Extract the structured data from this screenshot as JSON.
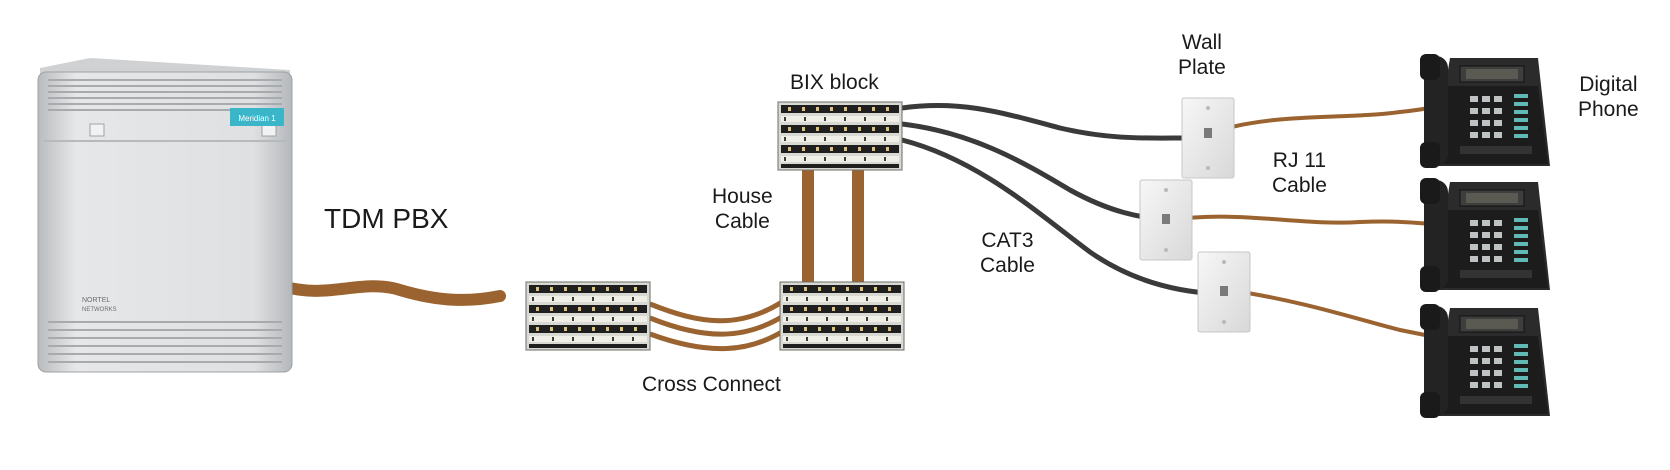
{
  "labels": {
    "pbx": "TDM PBX",
    "bix_block": "BIX block",
    "house_cable": [
      "House",
      "Cable"
    ],
    "cross_connect": "Cross Connect",
    "cat3_cable": [
      "CAT3",
      "Cable"
    ],
    "wall_plate": [
      "Wall",
      "Plate"
    ],
    "rj11_cable": [
      "RJ 11",
      "Cable"
    ],
    "digital_phone": [
      "Digital",
      "Phone"
    ]
  },
  "pbx_badges": {
    "brand_badge": "Meridian 1",
    "logo_text": [
      "NORTEL",
      "NETWORKS"
    ]
  },
  "colors": {
    "copper_cable": "#9a6330",
    "cat3_cable": "#3a3a3a",
    "chassis": "#dcdee0",
    "badge": "#3bb6c9"
  },
  "icons": [
    "pbx-chassis",
    "bix-block",
    "wall-plate",
    "desk-phone"
  ]
}
